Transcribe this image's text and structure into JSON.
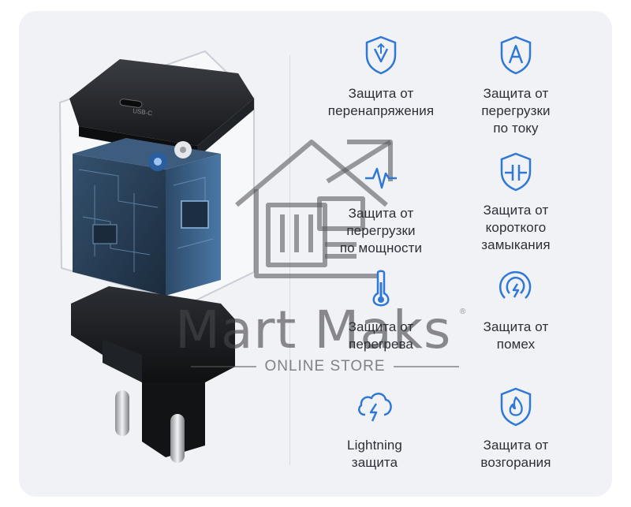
{
  "product": {
    "port_label": "USB-C"
  },
  "features": [
    {
      "icon": "shield-voltage-icon",
      "lines": [
        "Защита от",
        "перенапряжения"
      ]
    },
    {
      "icon": "shield-current-icon",
      "lines": [
        "Защита от",
        "перегрузки",
        "по току"
      ]
    },
    {
      "icon": "power-wave-icon",
      "lines": [
        "Защита от",
        "перегрузки",
        "по мощности"
      ]
    },
    {
      "icon": "shield-short-circuit-icon",
      "lines": [
        "Защита от",
        "короткого",
        "замыкания"
      ]
    },
    {
      "icon": "thermometer-icon",
      "lines": [
        "Защита от",
        "перегрева"
      ]
    },
    {
      "icon": "interference-icon",
      "lines": [
        "Защита от",
        "помех"
      ]
    },
    {
      "icon": "cloud-lightning-icon",
      "lines": [
        "Lightning",
        "защита"
      ]
    },
    {
      "icon": "shield-fire-icon",
      "lines": [
        "Защита от",
        "возгорания"
      ]
    }
  ],
  "watermark": {
    "brand": "Mart Maks",
    "registered": "®",
    "subtitle": "ONLINE STORE"
  },
  "colors": {
    "accent": "#2f78d6",
    "text": "#2c2f36",
    "background": "#f1f2f6"
  }
}
